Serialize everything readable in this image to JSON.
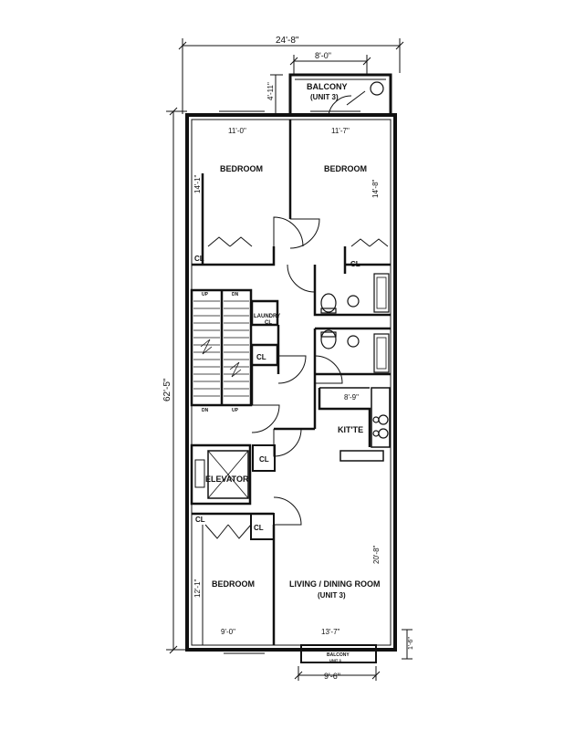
{
  "rooms": {
    "balcony_top": "BALCONY",
    "balcony_top_unit": "(UNIT 3)",
    "bedroom_left": "BEDROOM",
    "bedroom_right": "BEDROOM",
    "bedroom_bottom": "BEDROOM",
    "laundry": "LAUNDRY",
    "elevator": "ELEVATOR",
    "kitchenette": "KIT'TE",
    "living": "LIVING / DINING ROOM",
    "living_unit": "(UNIT 3)",
    "balcony_bottom": "BALCONY",
    "balcony_bottom_unit": "UNIT 3",
    "closet": "CL"
  },
  "stairs": {
    "up": "UP",
    "down": "DN"
  },
  "dimensions": {
    "overall_width": "24'-8\"",
    "overall_length": "62'-5\"",
    "balcony_top_width": "8'-0\"",
    "balcony_top_depth": "4'-11\"",
    "bed_left_width": "11'-0\"",
    "bed_right_width": "11'-7\"",
    "bed_left_depth": "14'-1\"",
    "bed_right_depth": "14'-8\"",
    "kitchenette_width": "8'-9\"",
    "living_depth": "20'-8\"",
    "bed_bottom_depth": "12'-1\"",
    "bed_bottom_width": "9'-0\"",
    "living_width": "13'-7\"",
    "balcony_bottom_width": "9'-6\"",
    "balcony_bottom_depth": "1'-6\""
  }
}
